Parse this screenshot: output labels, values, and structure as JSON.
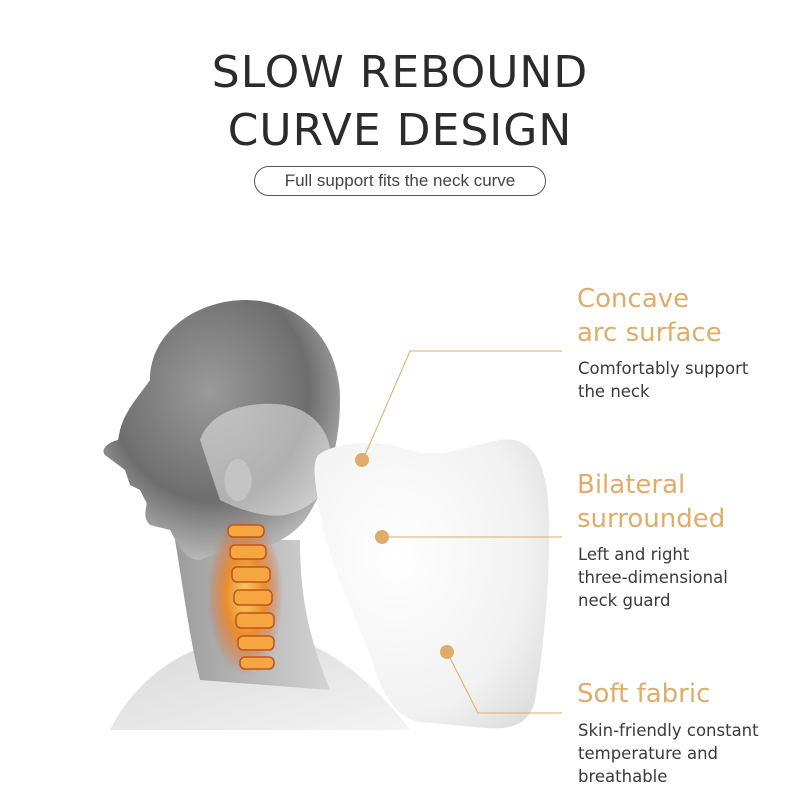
{
  "header": {
    "title_line1": "SLOW REBOUND",
    "title_line2": "CURVE DESIGN",
    "subtitle": "Full support fits the neck curve"
  },
  "features": [
    {
      "title_lines": [
        "Concave",
        "arc surface"
      ],
      "desc_lines": [
        "Comfortably support",
        "the neck"
      ]
    },
    {
      "title_lines": [
        "Bilateral",
        "surrounded"
      ],
      "desc_lines": [
        "Left and right",
        "three-dimensional",
        "neck guard"
      ]
    },
    {
      "title_lines": [
        "Soft fabric"
      ],
      "desc_lines": [
        "Skin-friendly constant",
        "temperature and",
        "breathable"
      ]
    }
  ],
  "colors": {
    "accent": "#e0ac6a",
    "title": "#2b2b2b",
    "text": "#3a3a3a",
    "background": "#ffffff"
  }
}
